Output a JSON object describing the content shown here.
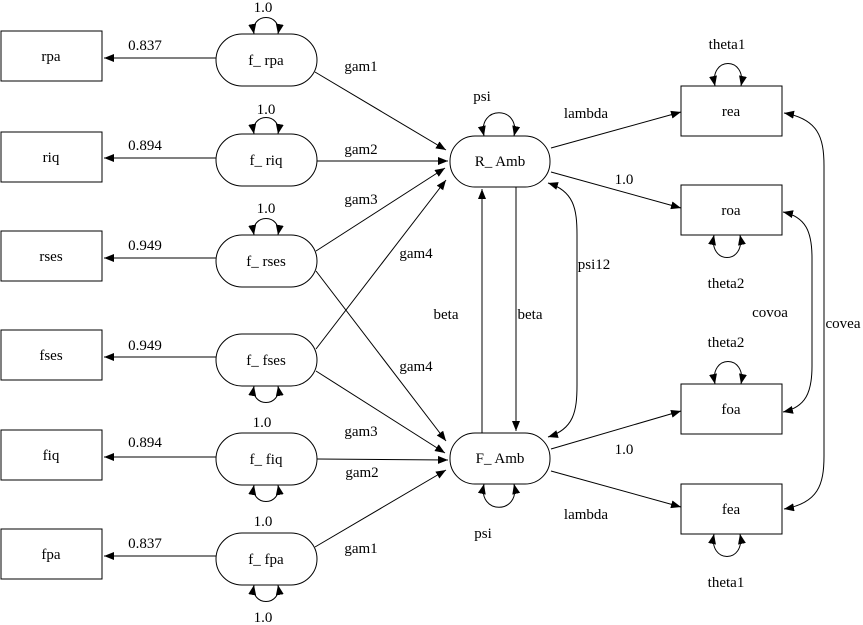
{
  "diagram": {
    "kind": "structural-equation-model-path-diagram",
    "colors": {
      "line": "#000000",
      "background": "#ffffff",
      "text": "#000000"
    }
  },
  "nodes": {
    "rpa": "rpa",
    "riq": "riq",
    "rses": "rses",
    "fses": "fses",
    "fiq": "fiq",
    "fpa": "fpa",
    "f_rpa": "f_ rpa",
    "f_riq": "f_ riq",
    "f_rses": "f_ rses",
    "f_fses": "f_ fses",
    "f_fiq": "f_ fiq",
    "f_fpa": "f_ fpa",
    "r_amb": "R_ Amb",
    "f_amb": "F_ Amb",
    "rea": "rea",
    "roa": "roa",
    "foa": "foa",
    "fea": "fea"
  },
  "edge_labels": {
    "loading_rpa": "0.837",
    "loading_riq": "0.894",
    "loading_rses": "0.949",
    "loading_fses": "0.949",
    "loading_fiq": "0.894",
    "loading_fpa": "0.837",
    "variance_f_rpa": "1.0",
    "variance_f_riq": "1.0",
    "variance_f_rses": "1.0",
    "variance_f_fses": "1.0",
    "variance_f_fiq": "1.0",
    "variance_f_fpa": "1.0",
    "gam1_r": "gam1",
    "gam2_r": "gam2",
    "gam3_r": "gam3",
    "gam4_r": "gam4",
    "gam4_f": "gam4",
    "gam3_f": "gam3",
    "gam2_f": "gam2",
    "gam1_f": "gam1",
    "psi_r": "psi",
    "psi_f": "psi",
    "psi12": "psi12",
    "beta_up": "beta",
    "beta_down": "beta",
    "lambda_r": "lambda",
    "one_r": "1.0",
    "one_f": "1.0",
    "lambda_f": "lambda",
    "theta1_rea": "theta1",
    "theta2_roa": "theta2",
    "theta2_foa": "theta2",
    "theta1_fea": "theta1",
    "covoa": "covoa",
    "covea": "covea"
  }
}
